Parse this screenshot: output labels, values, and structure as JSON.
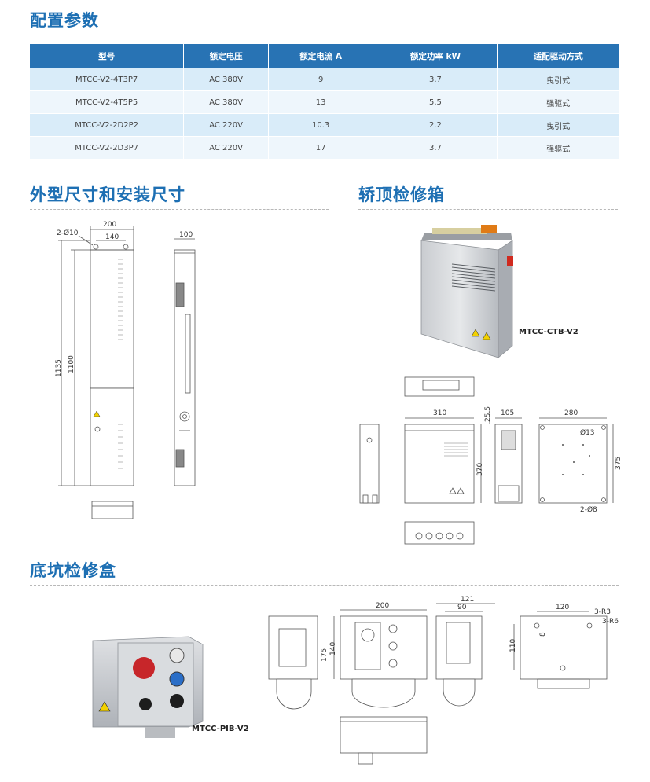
{
  "sections": {
    "config": "配置参数",
    "dimensions": "外型尺寸和安装尺寸",
    "car_top": "轿顶检修箱",
    "pit": "底坑检修盒"
  },
  "table": {
    "headers": [
      "型号",
      "额定电压",
      "额定电流 A",
      "额定功率 kW",
      "适配驱动方式"
    ],
    "rows": [
      [
        "MTCC-V2-4T3P7",
        "AC 380V",
        "9",
        "3.7",
        "曳引式"
      ],
      [
        "MTCC-V2-4T5P5",
        "AC 380V",
        "13",
        "5.5",
        "强驱式"
      ],
      [
        "MTCC-V2-2D2P2",
        "AC 220V",
        "10.3",
        "2.2",
        "曳引式"
      ],
      [
        "MTCC-V2-2D3P7",
        "AC 220V",
        "17",
        "3.7",
        "强驱式"
      ]
    ]
  },
  "dims_main": {
    "w200": "200",
    "w140": "140",
    "hole": "2-Ø10",
    "d100": "100",
    "h1135": "1135",
    "h1100": "1100"
  },
  "dims_ctb": {
    "w310": "310",
    "d25": "25.5",
    "d105": "105",
    "w280": "280",
    "hole13": "Ø13",
    "h370": "370",
    "h375": "375",
    "hole8": "2-Ø8"
  },
  "dims_pib": {
    "w200": "200",
    "w121": "121",
    "w90": "90",
    "w120": "120",
    "r3": "3-R3",
    "r6": "3-R6",
    "h175": "175",
    "h140": "140",
    "h110": "110",
    "d8": "8"
  },
  "models": {
    "ctb": "MTCC-CTB-V2",
    "pib": "MTCC-PIB-V2"
  },
  "colors": {
    "accent": "#1d6fb3",
    "header": "#2873b4",
    "row_odd": "#d9ecf9",
    "row_even": "#eef6fc"
  }
}
